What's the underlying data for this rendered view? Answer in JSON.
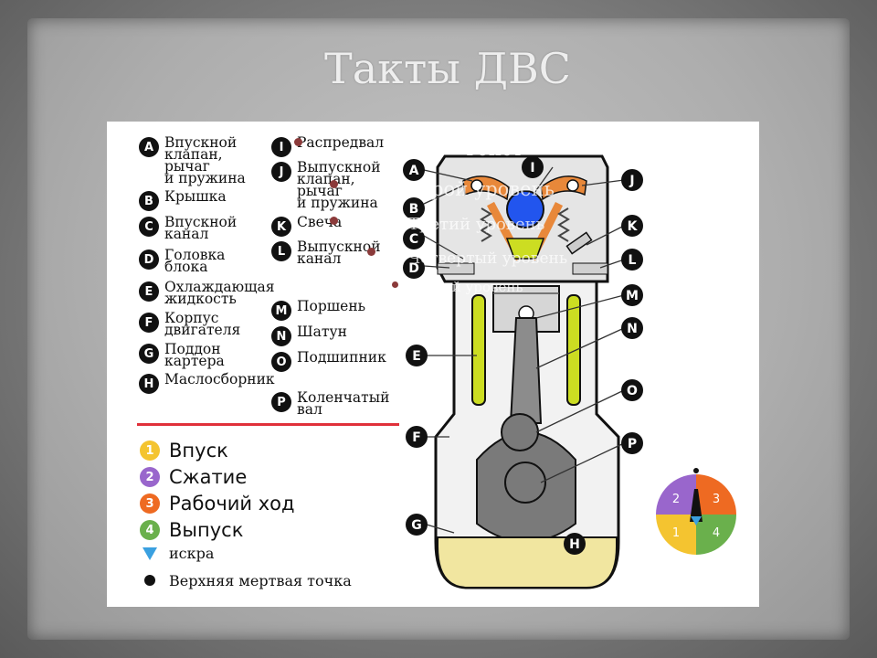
{
  "title": "Такты ДВС",
  "legend": [
    {
      "id": "A",
      "text": "Впускной\nклапан,\nрычаг\nи пружина"
    },
    {
      "id": "B",
      "text": "Крышка"
    },
    {
      "id": "C",
      "text": "Впускной\nканал"
    },
    {
      "id": "D",
      "text": "Головка\nблока"
    },
    {
      "id": "E",
      "text": "Охлаждающая\nжидкость"
    },
    {
      "id": "F",
      "text": "Корпус\nдвигателя"
    },
    {
      "id": "G",
      "text": "Поддон\nкартера"
    },
    {
      "id": "H",
      "text": "Маслосборник"
    },
    {
      "id": "I",
      "text": "Распредвал"
    },
    {
      "id": "J",
      "text": "Выпускной\nклапан,\nрычаг\nи пружина"
    },
    {
      "id": "K",
      "text": "Свеча"
    },
    {
      "id": "L",
      "text": "Выпускной\nканал"
    },
    {
      "id": "M",
      "text": "Поршень"
    },
    {
      "id": "N",
      "text": "Шатун"
    },
    {
      "id": "O",
      "text": "Подшипник"
    },
    {
      "id": "P",
      "text": "Коленчатый\nвал"
    }
  ],
  "strokes": [
    {
      "num": "1",
      "label": "Впуск",
      "color": "#f4c430"
    },
    {
      "num": "2",
      "label": "Сжатие",
      "color": "#9966cc"
    },
    {
      "num": "3",
      "label": "Рабочий ход",
      "color": "#ee6a22"
    },
    {
      "num": "4",
      "label": "Выпуск",
      "color": "#6ab04c"
    }
  ],
  "spark_label": "искра",
  "tdc_label": "Верхняя мертвая точка",
  "overlay": {
    "l1": "Текст",
    "l2": "Второй уровень",
    "l3": "Третий уровень",
    "l4": "Четвертый уровень",
    "l5": "Пятый уровень"
  },
  "callouts": [
    "A",
    "B",
    "C",
    "D",
    "E",
    "F",
    "G",
    "H",
    "I",
    "J",
    "K",
    "L",
    "M",
    "N",
    "O",
    "P"
  ],
  "wheel": [
    "2",
    "3",
    "1",
    "4"
  ],
  "colors": {
    "coolant": "#ccdd22",
    "oil": "#f1e6a0",
    "valves": "#e8883a",
    "combustion": "#2255ee",
    "spark": "#3aa0e0"
  }
}
